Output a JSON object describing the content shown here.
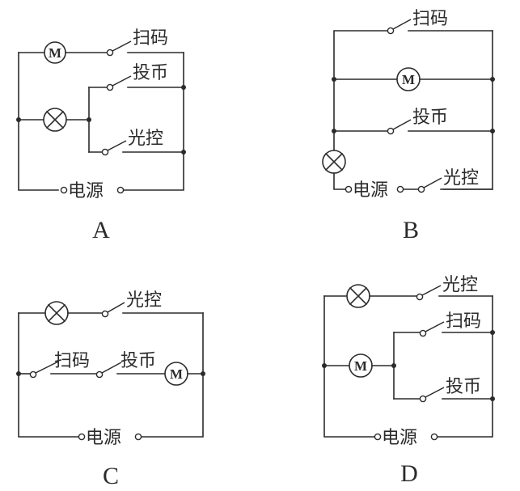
{
  "labels": {
    "motor_symbol": "M",
    "scan": "扫码",
    "coin": "投币",
    "light": "光控",
    "power": "电源"
  },
  "options": [
    {
      "id": "A",
      "label": "A",
      "description": "Motor in series with scan switch; lamp in series with parallel (coin, light-control) switches; both branches in parallel across power source"
    },
    {
      "id": "B",
      "label": "B",
      "description": "Scan switch, motor and coin switch all in parallel; lamp, power source and light-control switch in series with that group"
    },
    {
      "id": "C",
      "label": "C",
      "description": "Lamp in series with light-control switch; scan switch, coin switch and motor in series; the two branches in parallel across power source"
    },
    {
      "id": "D",
      "label": "D",
      "description": "Lamp in series with light-control switch; motor in series with parallel (scan, coin) switches; both branches in parallel across power source"
    }
  ],
  "colors": {
    "line": "#2b2b2b",
    "background": "#ffffff"
  }
}
